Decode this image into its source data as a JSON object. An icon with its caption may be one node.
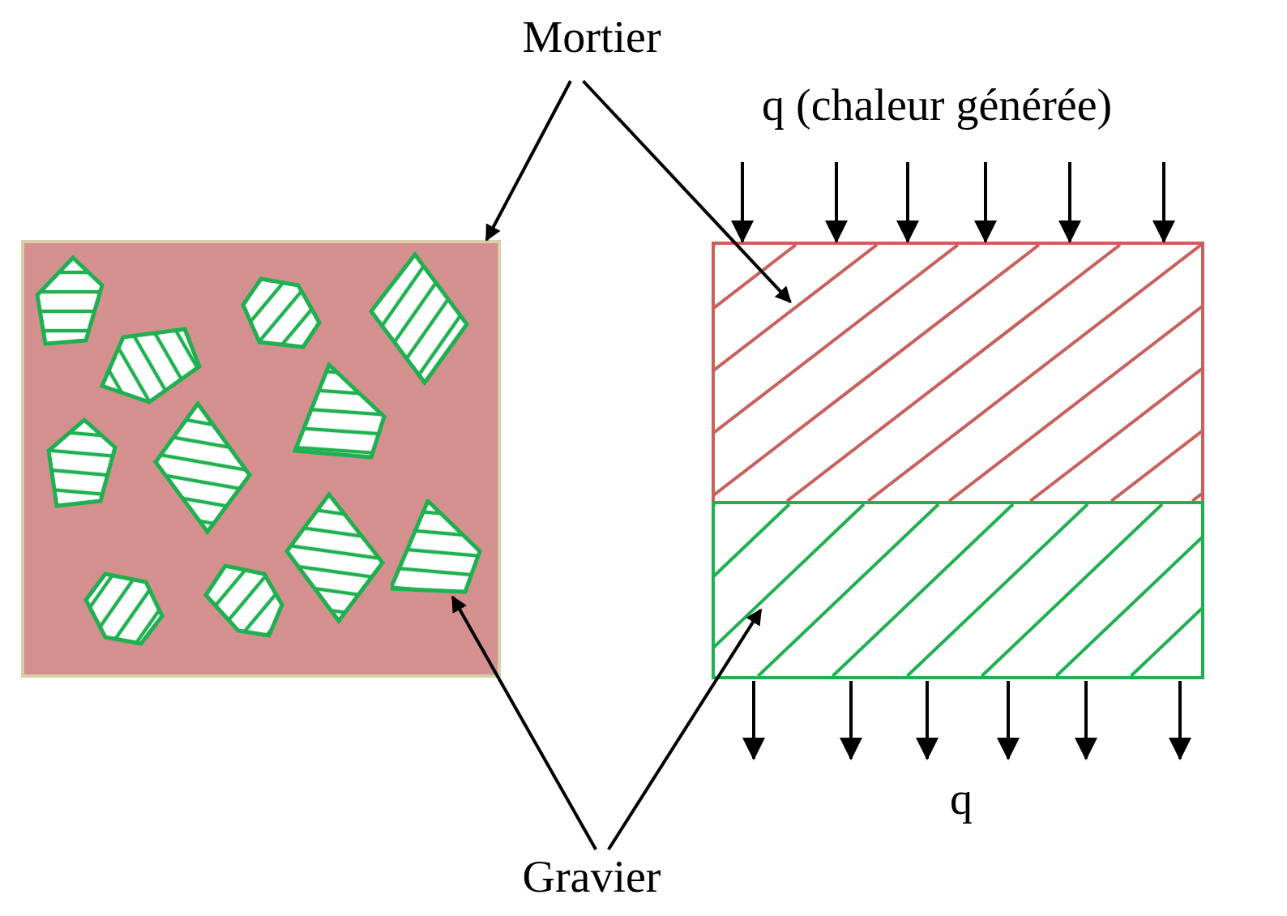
{
  "diagram": {
    "nodes": [
      {
        "text": [
          "Mortier"
        ]
      },
      {
        "text": [],
        "shape": "box"
      },
      {
        "text": [],
        "shape": "box"
      },
      {
        "text": [],
        "shape": "box"
      },
      {
        "text": [],
        "shape": "polygon",
        "in": 1
      },
      {
        "text": [
          "Gravier"
        ]
      }
    ],
    "edges": [
      {
        "from": 0,
        "to": 1,
        "arrow": "to"
      },
      {
        "from": 0,
        "to": 2,
        "arrow": "to"
      },
      {
        "from": 5,
        "to": 4,
        "arrow": "to"
      },
      {
        "from": 5,
        "to": 3,
        "arrow": "to"
      }
    ],
    "labels": [
      "q (chaleur générée)",
      "q"
    ]
  }
}
